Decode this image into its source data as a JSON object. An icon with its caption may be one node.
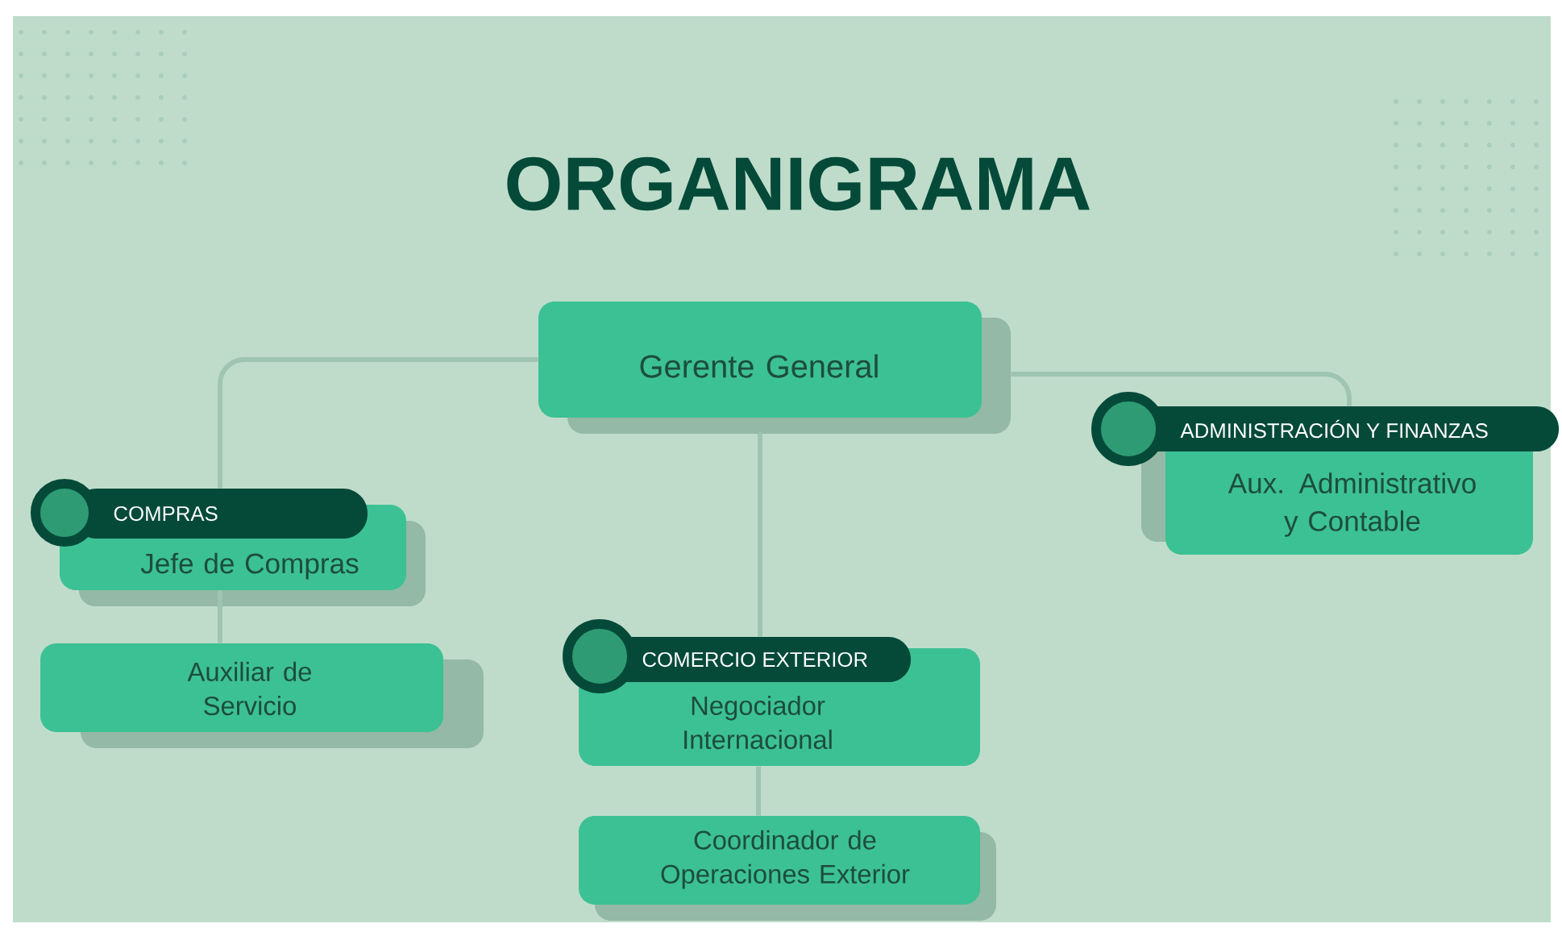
{
  "diagram": {
    "title": "ORGANIGRAMA",
    "nodes": [
      {
        "text": [
          "Gerente General"
        ]
      },
      {
        "text": [
          "COMPRAS",
          "Jefe de Compras"
        ]
      },
      {
        "text": [
          "Auxiliar de Servicio"
        ]
      },
      {
        "text": [
          "COMERCIO EXTERIOR",
          "Negociador Internacional"
        ]
      },
      {
        "text": [
          "Coordinador de Operaciones Exterior"
        ]
      },
      {
        "text": [
          "ADMINISTRACIÓN Y FINANZAS",
          "Aux. Administrativo y Contable"
        ]
      }
    ],
    "edges": [
      {
        "from": 0,
        "to": 1,
        "arrow": "none"
      },
      {
        "from": 1,
        "to": 2,
        "arrow": "none"
      },
      {
        "from": 0,
        "to": 3,
        "arrow": "none"
      },
      {
        "from": 3,
        "to": 4,
        "arrow": "none"
      },
      {
        "from": 0,
        "to": 5,
        "arrow": "none"
      }
    ]
  }
}
